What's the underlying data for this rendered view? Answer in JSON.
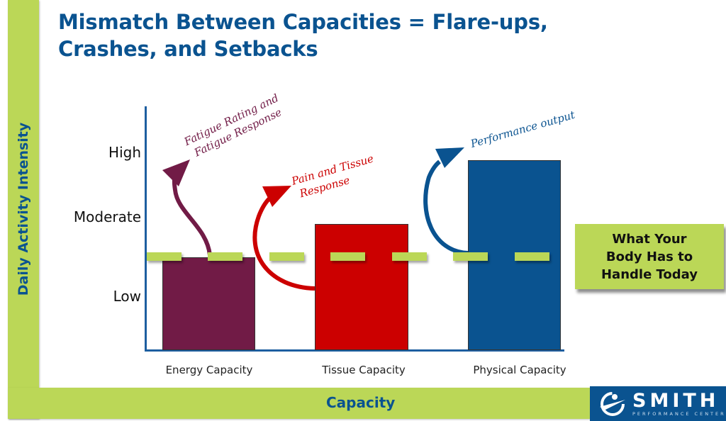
{
  "title": {
    "line1": "Mismatch Between Capacities = Flare-ups,",
    "line2": "Crashes, and Setbacks"
  },
  "y_axis": {
    "label": "Daily Activity Intensity",
    "ticks": [
      "High",
      "Moderate",
      "Low"
    ]
  },
  "x_axis": {
    "label": "Capacity"
  },
  "bars": [
    {
      "label": "Energy Capacity",
      "color": "#711b46",
      "level": "Low"
    },
    {
      "label": "Tissue Capacity",
      "color": "#cc0000",
      "level": "Moderate"
    },
    {
      "label": "Physical Capacity",
      "color": "#0a5390",
      "level": "High"
    }
  ],
  "annotations": [
    {
      "line1": "Fatigue Rating and",
      "line2": "Fatigue Response",
      "color": "#711b46"
    },
    {
      "line1": "Pain and Tissue",
      "line2": "Response",
      "color": "#cc0000"
    },
    {
      "line1": "Performance output",
      "color": "#0a5390"
    }
  ],
  "threshold": {
    "label_line1": "What Your",
    "label_line2": "Body Has to",
    "label_line3": "Handle Today",
    "color": "#bbd757"
  },
  "logo": {
    "name": "SMITH",
    "subtitle": "PERFORMANCE CENTER"
  },
  "chart_data": {
    "type": "bar",
    "title": "Mismatch Between Capacities = Flare-ups, Crashes, and Setbacks",
    "xlabel": "Capacity",
    "ylabel": "Daily Activity Intensity",
    "categories": [
      "Energy Capacity",
      "Tissue Capacity",
      "Physical Capacity"
    ],
    "values": [
      1.3,
      1.8,
      2.7
    ],
    "y_tick_labels": [
      "Low",
      "Moderate",
      "High"
    ],
    "y_tick_positions": [
      0.75,
      1.9,
      2.8
    ],
    "ylim": [
      0,
      3.4
    ],
    "colors": [
      "#711b46",
      "#cc0000",
      "#0a5390"
    ],
    "threshold_line": {
      "value": 1.3,
      "style": "dashed",
      "label": "What Your Body Has to Handle Today",
      "color": "#bbd757"
    },
    "annotations": [
      "Fatigue Rating and Fatigue Response",
      "Pain and Tissue Response",
      "Performance output"
    ],
    "grid": false,
    "legend": "none"
  }
}
